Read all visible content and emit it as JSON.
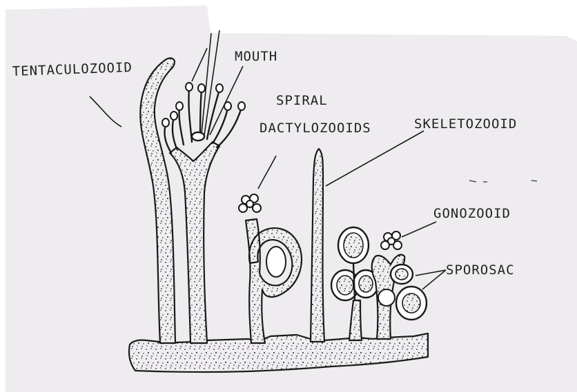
{
  "labels": {
    "tentaculozooid": "TENTACULOZOOID",
    "mouth": "MOUTH",
    "spiral_line1": "SPIRAL",
    "spiral_line2": "DACTYLOZOOIDS",
    "skeletozooid": "SKELETOZOOID",
    "gonozooid": "GONOZOOID",
    "sporosac": "SPOROSAC"
  },
  "colors": {
    "paper": "#eeecef",
    "ink": "#1a1a1a"
  }
}
